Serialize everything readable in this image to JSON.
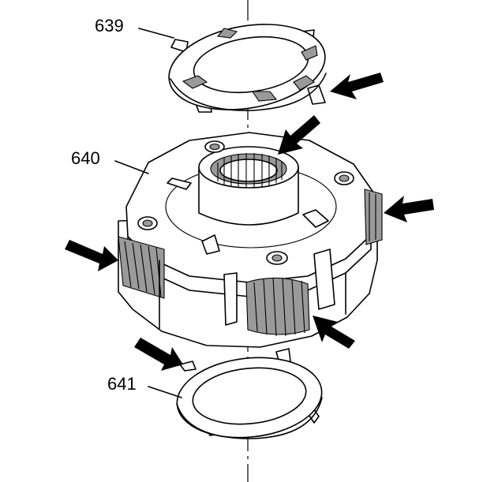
{
  "callouts": [
    {
      "id": "639",
      "text": "639"
    },
    {
      "id": "640",
      "text": "640"
    },
    {
      "id": "641",
      "text": "641"
    }
  ],
  "colors": {
    "line": "#000000",
    "shade": "#9a9a9a",
    "dark_shade": "#6e6e6e",
    "background": "#ffffff"
  }
}
